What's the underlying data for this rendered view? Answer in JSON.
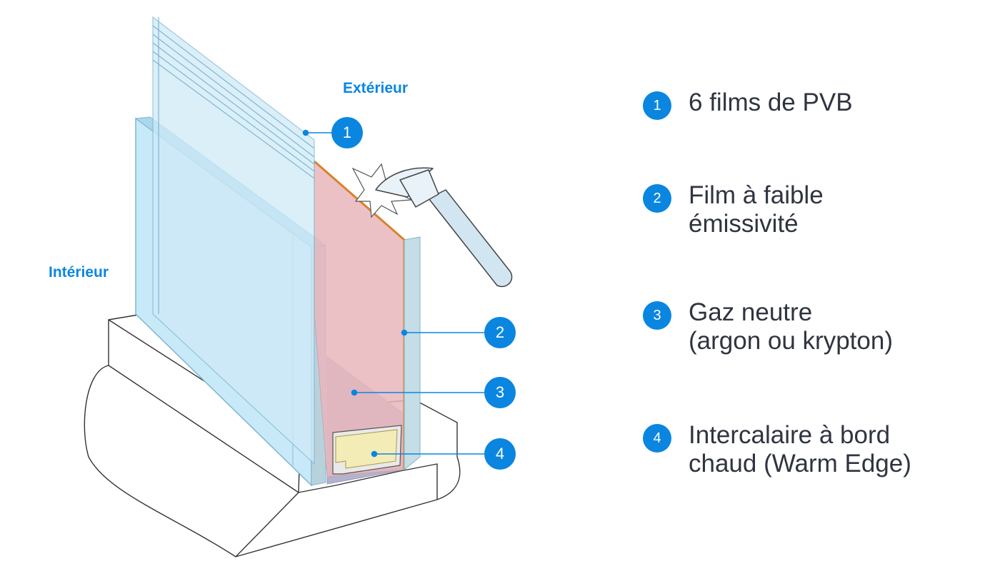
{
  "labels": {
    "exterior": "Extérieur",
    "interior": "Intérieur"
  },
  "colors": {
    "accent": "#0a86e0",
    "glass": "#c8e9f8",
    "glass_edge": "#7fb6d0",
    "film": "#e9b7bd",
    "film_edge": "#d9822b",
    "gas": "#b2b3cf",
    "spacer": "#f3ecb7",
    "frame": "#ffffff",
    "text": "#2f3440"
  },
  "callouts": [
    {
      "number": "1"
    },
    {
      "number": "2"
    },
    {
      "number": "3"
    },
    {
      "number": "4"
    }
  ],
  "legend": [
    {
      "number": "1",
      "line1": "6 films de PVB",
      "line2": ""
    },
    {
      "number": "2",
      "line1": "Film à faible",
      "line2": "émissivité"
    },
    {
      "number": "3",
      "line1": "Gaz neutre",
      "line2": "(argon ou krypton)"
    },
    {
      "number": "4",
      "line1": "Intercalaire à bord",
      "line2": "chaud (Warm Edge)"
    }
  ],
  "icons": [
    "hammer-icon",
    "impact-burst-icon"
  ]
}
